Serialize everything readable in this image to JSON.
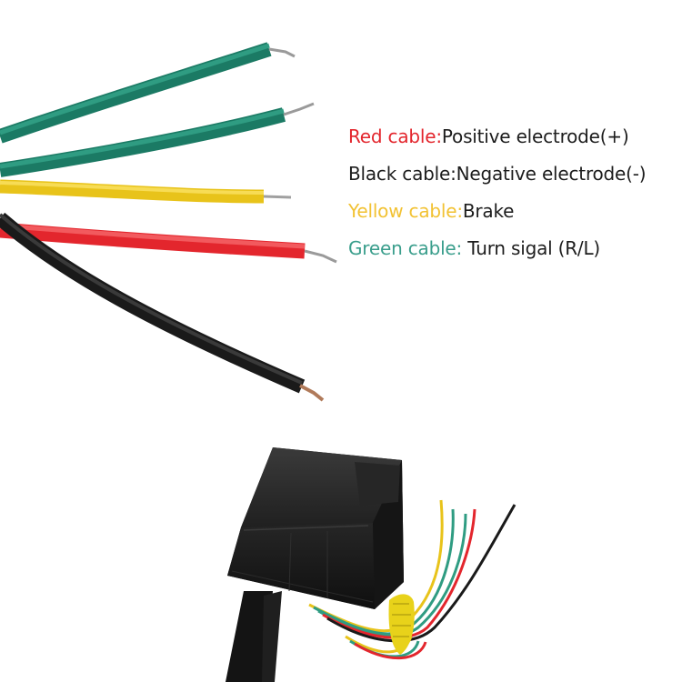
{
  "legend": {
    "red": {
      "label": "Red cable:",
      "desc": "Positive electrode(+)"
    },
    "black": {
      "label": "Black cable:",
      "desc": "Negative electrode(-)"
    },
    "yellow": {
      "label": "Yellow cable:",
      "desc": "Brake"
    },
    "green": {
      "label": "Green cable:",
      "desc": " Turn sigal (R/L)"
    }
  },
  "colors": {
    "red": "#e3262d",
    "black": "#1e1e1e",
    "yellow": "#f2c233",
    "green": "#3a9e8c"
  }
}
